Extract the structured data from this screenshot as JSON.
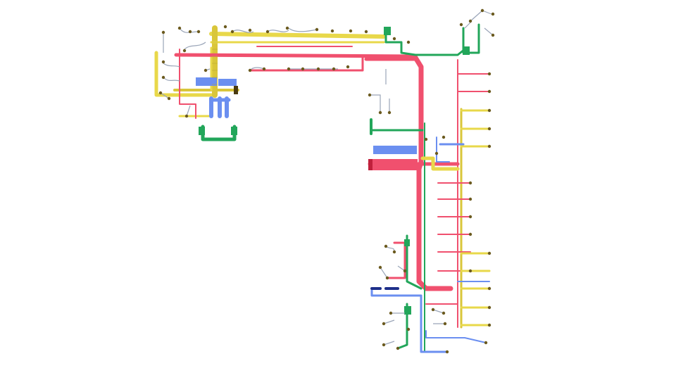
{
  "diagram": {
    "colors": {
      "yellow": "#e8d84a",
      "red": "#f0506e",
      "green": "#22a65a",
      "blue": "#6b8ff0",
      "gray": "#9aa5b8",
      "connector": "#6b5a1e",
      "dark_red": "#c0203c",
      "navy": "#1e2f8a"
    },
    "legend": [],
    "bundles": [
      {
        "name": "yellow-harness-main",
        "color": "yellow"
      },
      {
        "name": "red-harness-main",
        "color": "red"
      },
      {
        "name": "green-harness-main",
        "color": "green"
      },
      {
        "name": "blue-harness-main",
        "color": "blue"
      },
      {
        "name": "gray-branch-wires",
        "color": "gray"
      }
    ]
  }
}
